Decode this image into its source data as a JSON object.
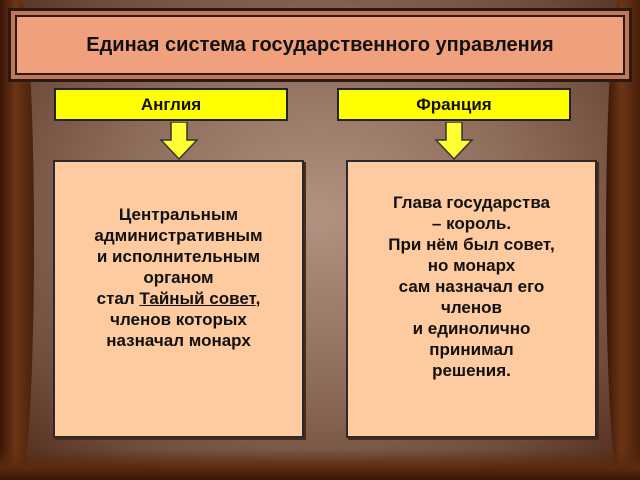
{
  "title": "Единая система государственного управления",
  "left": {
    "label": "Англия",
    "lines": [
      "Центральным",
      "административным",
      "и исполнительным",
      "органом"
    ],
    "line5_prefix": "стал ",
    "line5_highlight": "Тайный совет",
    "line5_suffix": ",",
    "lines_after": [
      "членов которых",
      "назначал монарх"
    ]
  },
  "right": {
    "label": "Франция",
    "lines": [
      "Глава государства",
      "– король.",
      "При нём был совет,",
      "но монарх",
      "сам назначал его",
      "членов",
      "и единолично",
      "принимал",
      "решения."
    ]
  },
  "colors": {
    "title_bg": "#f1a07e",
    "label_bg": "#ffff00",
    "content_bg": "#fecaa0",
    "arrow": "#ffff33"
  }
}
